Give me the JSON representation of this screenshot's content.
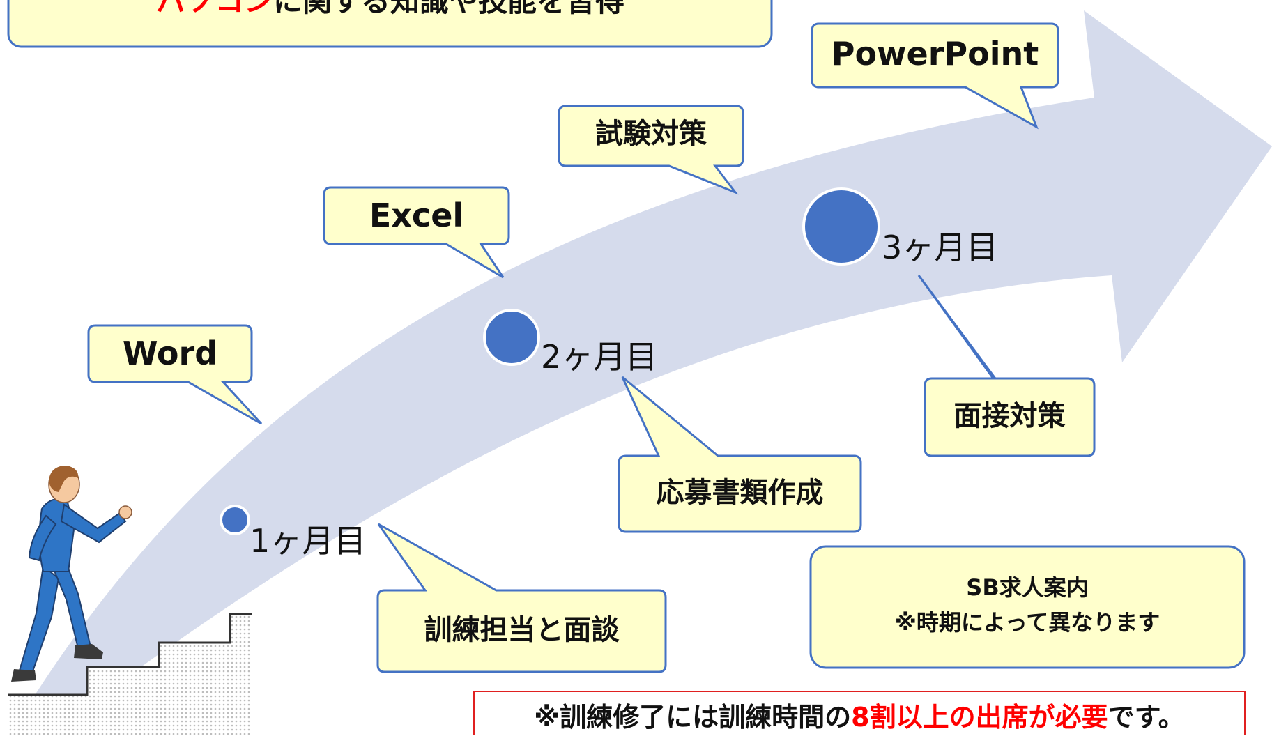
{
  "top_banner": {
    "text_red": "パソコン",
    "text_black": "に関する知識や技能を習得"
  },
  "callouts": {
    "word": "Word",
    "excel": "Excel",
    "exam": "試験対策",
    "powerpoint": "PowerPoint",
    "training_interview": "訓練担当と面談",
    "application_docs": "応募書類作成",
    "interview_prep": "面接対策",
    "sb_jobs_line1": "SB求人案内",
    "sb_jobs_line2": "※時期によって異なります"
  },
  "milestones": [
    "1ヶ月目",
    "2ヶ月目",
    "3ヶ月目"
  ],
  "notice": {
    "part1": "※訓練修了には訓練時間の",
    "part2_red": "8割以上の出席が必要",
    "part3": "です。"
  },
  "colors": {
    "callout_fill": "#ffffcc",
    "callout_stroke": "#4472c4",
    "arrow_fill": "#d5dbec",
    "dot_fill": "#4472c4",
    "accent_red": "#ff0000",
    "person_suit": "#2e75c6"
  },
  "icons": [
    "person-climbing-stairs-icon",
    "stairs-icon"
  ]
}
